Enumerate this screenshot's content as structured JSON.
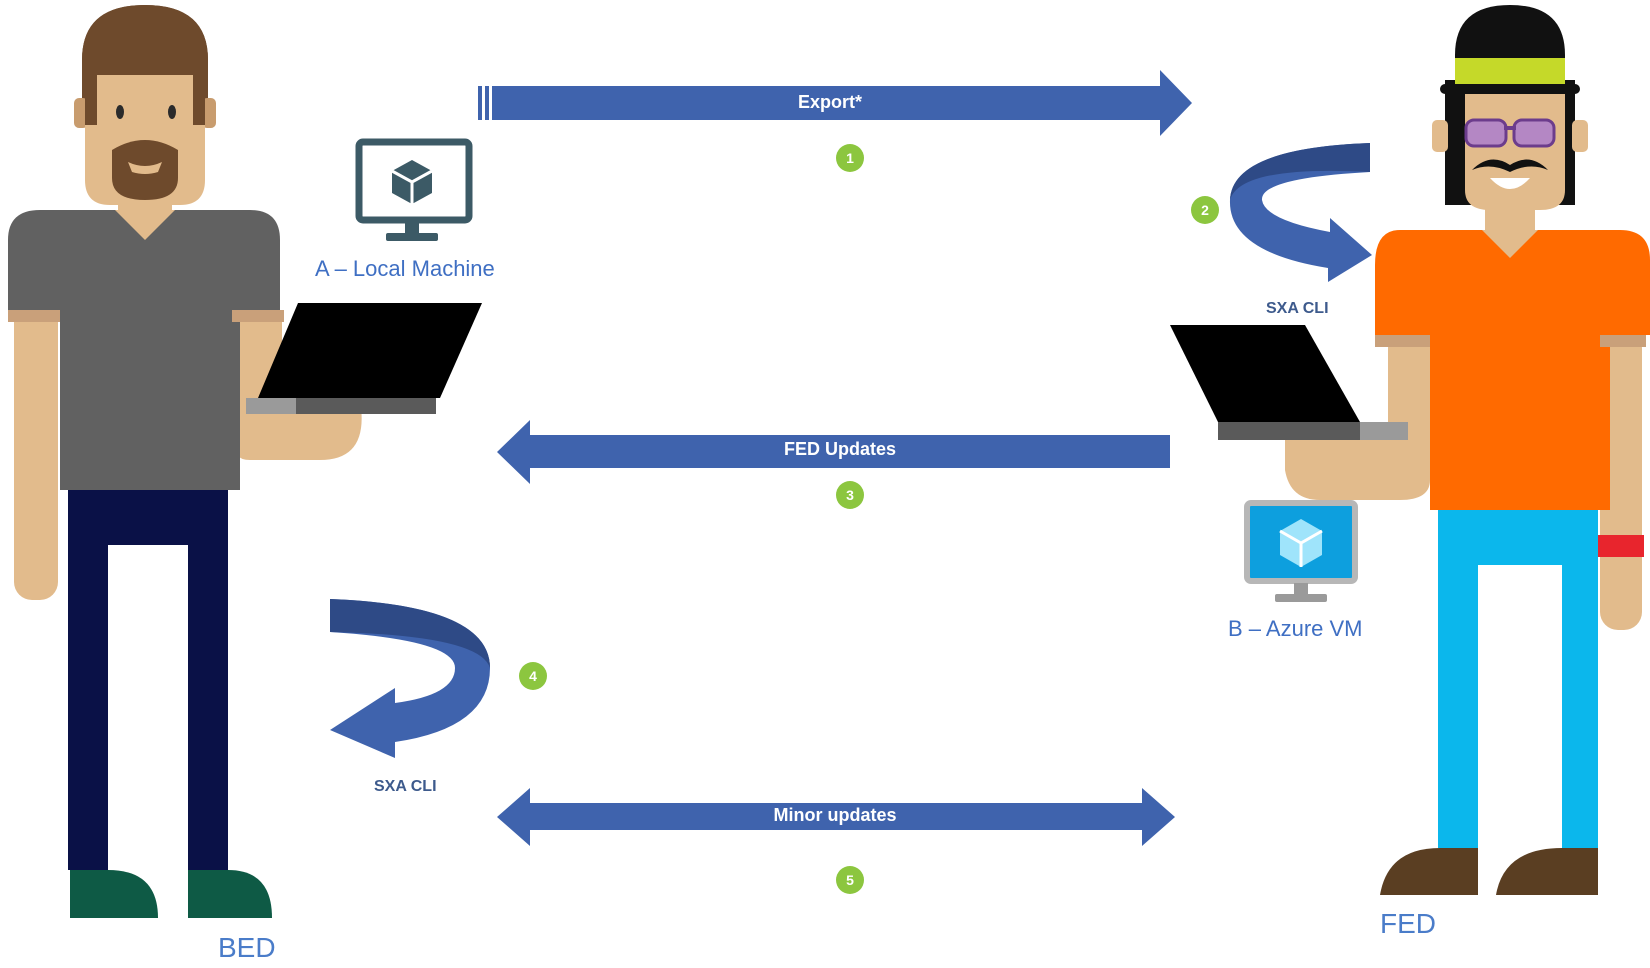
{
  "people": {
    "left_role": "BED",
    "right_role": "FED"
  },
  "machines": {
    "local": "A – Local Machine",
    "azure": "B – Azure VM"
  },
  "arrows": {
    "export": "Export*",
    "fed_updates": "FED Updates",
    "minor_updates": "Minor updates",
    "sxa_cli_right": "SXA CLI",
    "sxa_cli_left": "SXA CLI"
  },
  "steps": [
    "1",
    "2",
    "3",
    "4",
    "5"
  ],
  "colors": {
    "arrow": "#3f63ad",
    "badge": "#8cc63f",
    "label_blue": "#3f6fc3"
  }
}
